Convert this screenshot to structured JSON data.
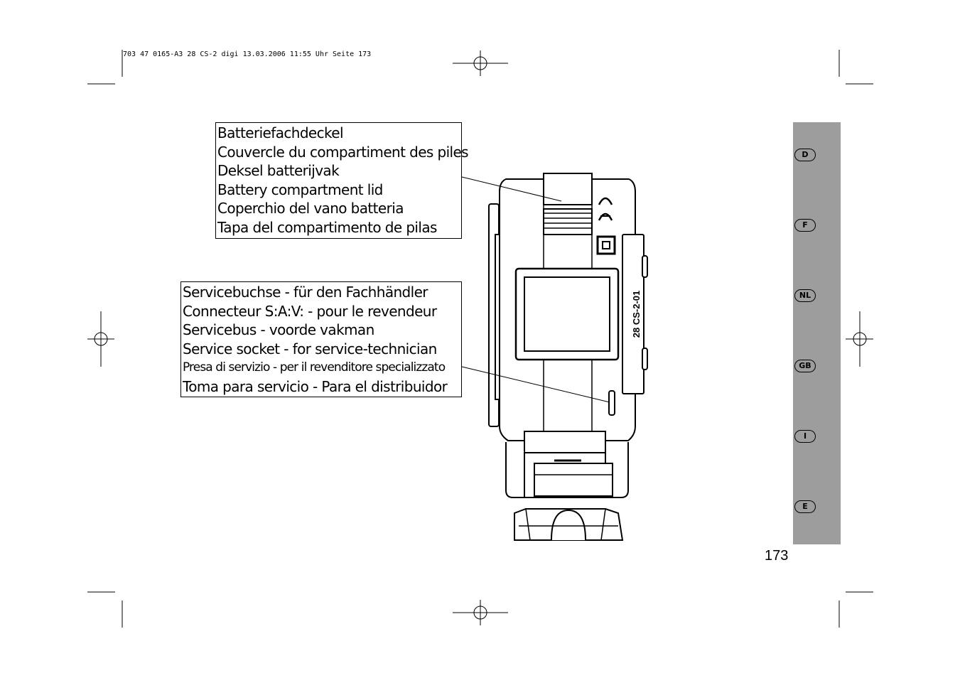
{
  "print_header": "703 47 0165-A3 28 CS-2 digi 13.03.2006 11:55 Uhr Seite 173",
  "callouts": {
    "battery_lid": {
      "lines": [
        "Batteriefachdeckel",
        "Couvercle du compartiment des piles",
        "Deksel batterijvak",
        "Battery compartment lid",
        "Coperchio del vano batteria",
        "Tapa del compartimento de pilas"
      ]
    },
    "service_socket": {
      "lines": [
        "Servicebuchse - für den Fachhändler",
        "Connecteur S:A:V: - pour le revendeur",
        "Servicebus - voorde vakman",
        "Service socket - for service-technician",
        "Presa di servizio - per il revenditore specializzato",
        "Toma para servicio - Para el distribuidor"
      ]
    }
  },
  "device": {
    "model_label": "28 CS-2-01"
  },
  "language_tabs": [
    "D",
    "F",
    "NL",
    "GB",
    "I",
    "E"
  ],
  "page_number": "173",
  "colors": {
    "sidebar": "#9d9d9d",
    "ink": "#000000"
  }
}
